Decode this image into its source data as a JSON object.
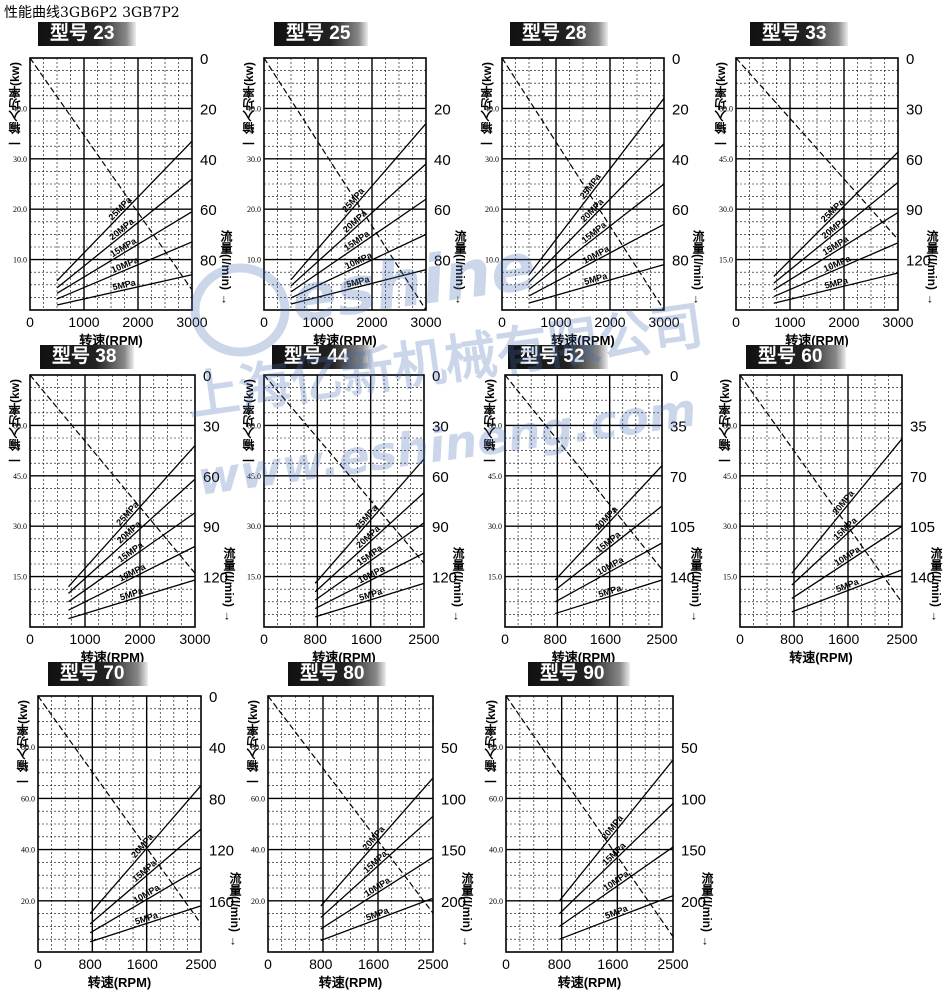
{
  "page": {
    "title": "性能曲线3GB6P2  3GB7P2"
  },
  "labels": {
    "model_prefix": "型号",
    "y_left": "一 输入功率(kw)",
    "y_right": "流量(l/min) →",
    "x_axis": "转速(RPM)"
  },
  "watermark": {
    "brand": "eshine",
    "company": "上海亿新机械有限公司",
    "url": "www.eshineng.com"
  },
  "colors": {
    "line": "#000000",
    "grid": "#000000",
    "watermark": "#4a6fb5"
  },
  "chart_data": [
    {
      "type": "line",
      "model": "23",
      "x_ticks": [
        0,
        1000,
        2000,
        3000
      ],
      "xlim": [
        0,
        3000
      ],
      "left_ticks": [
        10.0,
        20.0,
        30.0,
        40.0
      ],
      "left_ylim": [
        0,
        50
      ],
      "right_ticks": [
        0,
        20,
        40,
        60,
        80
      ],
      "right_ylim": [
        0,
        100
      ],
      "series": [
        {
          "name": "25MPa",
          "x": [
            500,
            3000
          ],
          "y": [
            5.8,
            33.5
          ]
        },
        {
          "name": "20MPa",
          "x": [
            500,
            3000
          ],
          "y": [
            4.4,
            26.0
          ]
        },
        {
          "name": "15MPa",
          "x": [
            500,
            3000
          ],
          "y": [
            3.3,
            19.5
          ]
        },
        {
          "name": "10MPa",
          "x": [
            500,
            3000
          ],
          "y": [
            2.2,
            13.5
          ]
        },
        {
          "name": "5MPa",
          "x": [
            500,
            3000
          ],
          "y": [
            1.0,
            7.0
          ]
        }
      ],
      "flow_curve": {
        "x": [
          0,
          3000
        ],
        "y": [
          0,
          92
        ]
      }
    },
    {
      "type": "line",
      "model": "25",
      "x_ticks": [
        0,
        1000,
        2000,
        3000
      ],
      "xlim": [
        0,
        3000
      ],
      "left_ticks": [
        10.0,
        20.0,
        30.0,
        40.0
      ],
      "left_ylim": [
        0,
        50
      ],
      "right_ticks": [
        20,
        40,
        60,
        80
      ],
      "right_ylim": [
        0,
        100
      ],
      "series": [
        {
          "name": "25MPa",
          "x": [
            500,
            3000
          ],
          "y": [
            6.0,
            37.0
          ]
        },
        {
          "name": "20MPa",
          "x": [
            500,
            3000
          ],
          "y": [
            4.8,
            29.0
          ]
        },
        {
          "name": "15MPa",
          "x": [
            500,
            3000
          ],
          "y": [
            3.6,
            22.0
          ]
        },
        {
          "name": "10MPa",
          "x": [
            500,
            3000
          ],
          "y": [
            2.4,
            15.0
          ]
        },
        {
          "name": "5MPa",
          "x": [
            500,
            3000
          ],
          "y": [
            1.2,
            8.0
          ]
        }
      ],
      "flow_curve": {
        "x": [
          0,
          3000
        ],
        "y": [
          0,
          100
        ]
      }
    },
    {
      "type": "line",
      "model": "28",
      "x_ticks": [
        0,
        1000,
        2000,
        3000
      ],
      "xlim": [
        0,
        3000
      ],
      "left_ticks": [
        10.0,
        20.0,
        30.0,
        40.0
      ],
      "left_ylim": [
        0,
        50
      ],
      "right_ticks": [
        0,
        20,
        40,
        60,
        80
      ],
      "right_ylim": [
        0,
        100
      ],
      "series": [
        {
          "name": "25MPa",
          "x": [
            500,
            3000
          ],
          "y": [
            7.0,
            42.0
          ]
        },
        {
          "name": "20MPa",
          "x": [
            500,
            3000
          ],
          "y": [
            5.5,
            33.0
          ]
        },
        {
          "name": "15MPa",
          "x": [
            500,
            3000
          ],
          "y": [
            4.1,
            25.0
          ]
        },
        {
          "name": "10MPa",
          "x": [
            500,
            3000
          ],
          "y": [
            2.8,
            17.0
          ]
        },
        {
          "name": "5MPa",
          "x": [
            500,
            3000
          ],
          "y": [
            1.4,
            9.0
          ]
        }
      ],
      "flow_curve": {
        "x": [
          0,
          3000
        ],
        "y": [
          0,
          110
        ]
      }
    },
    {
      "type": "line",
      "model": "33",
      "x_ticks": [
        0,
        1000,
        2000,
        3000
      ],
      "xlim": [
        0,
        3000
      ],
      "left_ticks": [
        15.0,
        30.0,
        45.0,
        60.0
      ],
      "left_ylim": [
        0,
        75
      ],
      "right_ticks": [
        0,
        30,
        60,
        90,
        120
      ],
      "right_ylim": [
        0,
        150
      ],
      "series": [
        {
          "name": "25MPa",
          "x": [
            700,
            3000
          ],
          "y": [
            10.0,
            47.0
          ]
        },
        {
          "name": "20MPa",
          "x": [
            700,
            3000
          ],
          "y": [
            8.0,
            38.0
          ]
        },
        {
          "name": "15MPa",
          "x": [
            700,
            3000
          ],
          "y": [
            6.0,
            29.0
          ]
        },
        {
          "name": "10MPa",
          "x": [
            700,
            3000
          ],
          "y": [
            4.0,
            20.0
          ]
        },
        {
          "name": "5MPa",
          "x": [
            700,
            3000
          ],
          "y": [
            2.0,
            11.0
          ]
        }
      ],
      "flow_curve": {
        "x": [
          0,
          3000
        ],
        "y": [
          0,
          108
        ]
      }
    },
    {
      "type": "line",
      "model": "38",
      "x_ticks": [
        0,
        1000,
        2000,
        3000
      ],
      "xlim": [
        0,
        3000
      ],
      "left_ticks": [
        15.0,
        30.0,
        45.0,
        60.0
      ],
      "left_ylim": [
        0,
        75
      ],
      "right_ticks": [
        0,
        30,
        60,
        90,
        120
      ],
      "right_ylim": [
        0,
        150
      ],
      "series": [
        {
          "name": "25MPa",
          "x": [
            700,
            3000
          ],
          "y": [
            12.0,
            54.0
          ]
        },
        {
          "name": "20MPa",
          "x": [
            700,
            3000
          ],
          "y": [
            10.0,
            44.0
          ]
        },
        {
          "name": "15MPa",
          "x": [
            700,
            3000
          ],
          "y": [
            7.5,
            34.0
          ]
        },
        {
          "name": "10MPa",
          "x": [
            700,
            3000
          ],
          "y": [
            5.0,
            24.0
          ]
        },
        {
          "name": "5MPa",
          "x": [
            700,
            3000
          ],
          "y": [
            2.5,
            14.0
          ]
        }
      ],
      "flow_curve": {
        "x": [
          0,
          3000
        ],
        "y": [
          0,
          118
        ]
      }
    },
    {
      "type": "line",
      "model": "44",
      "x_ticks": [
        0,
        800,
        1600,
        2500
      ],
      "xlim": [
        0,
        2500
      ],
      "left_ticks": [
        15.0,
        30.0,
        45.0,
        60.0
      ],
      "left_ylim": [
        0,
        75
      ],
      "right_ticks": [
        0,
        30,
        60,
        90,
        120
      ],
      "right_ylim": [
        0,
        150
      ],
      "series": [
        {
          "name": "25MPa",
          "x": [
            800,
            2500
          ],
          "y": [
            13.0,
            50.0
          ]
        },
        {
          "name": "20MPa",
          "x": [
            800,
            2500
          ],
          "y": [
            10.5,
            40.0
          ]
        },
        {
          "name": "15MPa",
          "x": [
            800,
            2500
          ],
          "y": [
            8.0,
            31.0
          ]
        },
        {
          "name": "10MPa",
          "x": [
            800,
            2500
          ],
          "y": [
            5.5,
            22.0
          ]
        },
        {
          "name": "5MPa",
          "x": [
            800,
            2500
          ],
          "y": [
            3.0,
            13.0
          ]
        }
      ],
      "flow_curve": {
        "x": [
          0,
          2500
        ],
        "y": [
          0,
          112
        ]
      }
    },
    {
      "type": "line",
      "model": "52",
      "x_ticks": [
        0,
        800,
        1600,
        2500
      ],
      "xlim": [
        0,
        2500
      ],
      "left_ticks": [
        15.0,
        30.0,
        45.0,
        60.0
      ],
      "left_ylim": [
        0,
        75
      ],
      "right_ticks": [
        0,
        35,
        70,
        105,
        140
      ],
      "right_ylim": [
        0,
        175
      ],
      "series": [
        {
          "name": "20MPa",
          "x": [
            800,
            2500
          ],
          "y": [
            14.0,
            48.0
          ]
        },
        {
          "name": "15MPa",
          "x": [
            800,
            2500
          ],
          "y": [
            11.0,
            36.0
          ]
        },
        {
          "name": "10MPa",
          "x": [
            800,
            2500
          ],
          "y": [
            7.5,
            25.0
          ]
        },
        {
          "name": "5MPa",
          "x": [
            800,
            2500
          ],
          "y": [
            4.0,
            14.0
          ]
        }
      ],
      "flow_curve": {
        "x": [
          0,
          2500
        ],
        "y": [
          0,
          135
        ]
      }
    },
    {
      "type": "line",
      "model": "60",
      "x_ticks": [
        0,
        800,
        1600,
        2500
      ],
      "xlim": [
        0,
        2500
      ],
      "left_ticks": [
        15.0,
        30.0,
        45.0,
        60.0
      ],
      "left_ylim": [
        0,
        75
      ],
      "right_ticks": [
        35,
        70,
        105,
        140
      ],
      "right_ylim": [
        0,
        175
      ],
      "series": [
        {
          "name": "20MPa",
          "x": [
            800,
            2500
          ],
          "y": [
            16.0,
            56.0
          ]
        },
        {
          "name": "15MPa",
          "x": [
            800,
            2500
          ],
          "y": [
            12.5,
            43.0
          ]
        },
        {
          "name": "10MPa",
          "x": [
            800,
            2500
          ],
          "y": [
            8.5,
            30.0
          ]
        },
        {
          "name": "5MPa",
          "x": [
            800,
            2500
          ],
          "y": [
            4.5,
            17.0
          ]
        }
      ],
      "flow_curve": {
        "x": [
          0,
          2500
        ],
        "y": [
          0,
          158
        ]
      }
    },
    {
      "type": "line",
      "model": "70",
      "x_ticks": [
        0,
        800,
        1600,
        2500
      ],
      "xlim": [
        0,
        2500
      ],
      "left_ticks": [
        20.0,
        40.0,
        60.0,
        80.0
      ],
      "left_ylim": [
        0,
        100
      ],
      "right_ticks": [
        0,
        40,
        80,
        120,
        160
      ],
      "right_ylim": [
        0,
        200
      ],
      "series": [
        {
          "name": "20MPa",
          "x": [
            800,
            2500
          ],
          "y": [
            15.0,
            65.0
          ]
        },
        {
          "name": "15MPa",
          "x": [
            800,
            2500
          ],
          "y": [
            11.0,
            48.0
          ]
        },
        {
          "name": "10MPa",
          "x": [
            800,
            2500
          ],
          "y": [
            7.5,
            33.0
          ]
        },
        {
          "name": "5MPa",
          "x": [
            800,
            2500
          ],
          "y": [
            4.0,
            18.0
          ]
        }
      ],
      "flow_curve": {
        "x": [
          0,
          2500
        ],
        "y": [
          0,
          178
        ]
      }
    },
    {
      "type": "line",
      "model": "80",
      "x_ticks": [
        0,
        800,
        1600,
        2500
      ],
      "xlim": [
        0,
        2500
      ],
      "left_ticks": [
        20.0,
        40.0,
        60.0,
        80.0
      ],
      "left_ylim": [
        0,
        100
      ],
      "right_ticks": [
        50,
        100,
        150,
        200
      ],
      "right_ylim": [
        0,
        250
      ],
      "series": [
        {
          "name": "20MPa",
          "x": [
            800,
            2500
          ],
          "y": [
            18.0,
            68.0
          ]
        },
        {
          "name": "15MPa",
          "x": [
            800,
            2500
          ],
          "y": [
            13.5,
            53.0
          ]
        },
        {
          "name": "10MPa",
          "x": [
            800,
            2500
          ],
          "y": [
            9.0,
            37.0
          ]
        },
        {
          "name": "5MPa",
          "x": [
            800,
            2500
          ],
          "y": [
            4.5,
            21.0
          ]
        }
      ],
      "flow_curve": {
        "x": [
          0,
          2500
        ],
        "y": [
          0,
          212
        ]
      }
    },
    {
      "type": "line",
      "model": "90",
      "x_ticks": [
        0,
        800,
        1600,
        2500
      ],
      "xlim": [
        0,
        2500
      ],
      "left_ticks": [
        20.0,
        40.0,
        60.0,
        80.0
      ],
      "left_ylim": [
        0,
        100
      ],
      "right_ticks": [
        50,
        100,
        150,
        200
      ],
      "right_ylim": [
        0,
        250
      ],
      "series": [
        {
          "name": "20MPa",
          "x": [
            800,
            2500
          ],
          "y": [
            20.0,
            75.0
          ]
        },
        {
          "name": "15MPa",
          "x": [
            800,
            2500
          ],
          "y": [
            15.0,
            58.0
          ]
        },
        {
          "name": "10MPa",
          "x": [
            800,
            2500
          ],
          "y": [
            10.0,
            41.0
          ]
        },
        {
          "name": "5MPa",
          "x": [
            800,
            2500
          ],
          "y": [
            5.0,
            22.0
          ]
        }
      ],
      "flow_curve": {
        "x": [
          0,
          2500
        ],
        "y": [
          0,
          235
        ]
      }
    }
  ]
}
